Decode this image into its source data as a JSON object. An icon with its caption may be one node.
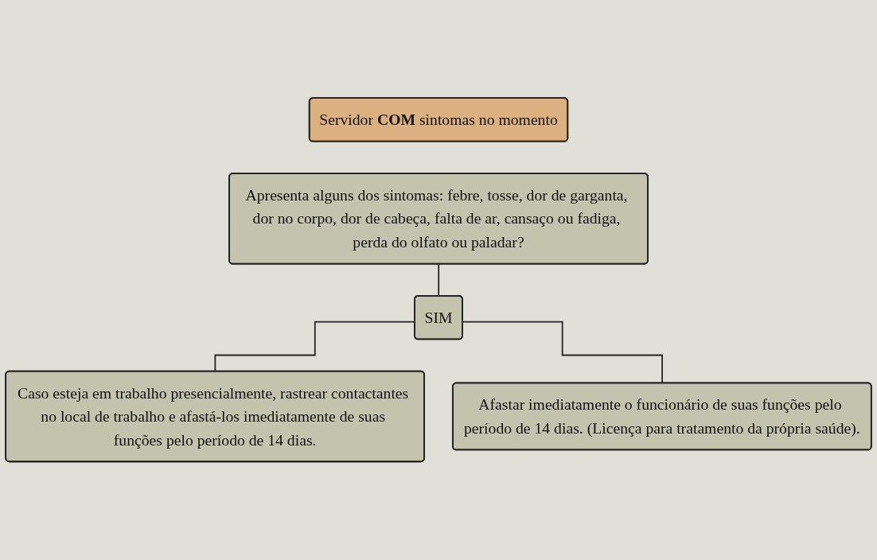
{
  "diagram": {
    "nodes": [
      {
        "text": [
          "Servidor **COM** sintomas no momento"
        ]
      },
      {
        "text": [
          "Apresenta alguns dos sintomas: febre, tosse, dor de garganta, dor no corpo, dor de cabeça, falta de ar, cansaço ou fadiga, perda do olfato ou paladar?"
        ]
      },
      {
        "text": [
          "SIM"
        ]
      },
      {
        "text": [
          "Caso esteja em trabalho presencialmente, rastrear contactantes no local de trabalho e afastá-los imediatamente de suas funções pelo período de 14 dias."
        ]
      },
      {
        "text": [
          "Afastar imediatamente o funcionário de suas funções pelo período de 14 dias. (Licença para tratamento da própria saúde)."
        ]
      }
    ],
    "edges": [
      {
        "from": 1,
        "to": 2,
        "arrow": "none"
      },
      {
        "from": 2,
        "to": 3,
        "arrow": "none"
      },
      {
        "from": 2,
        "to": 4,
        "arrow": "none"
      }
    ]
  }
}
